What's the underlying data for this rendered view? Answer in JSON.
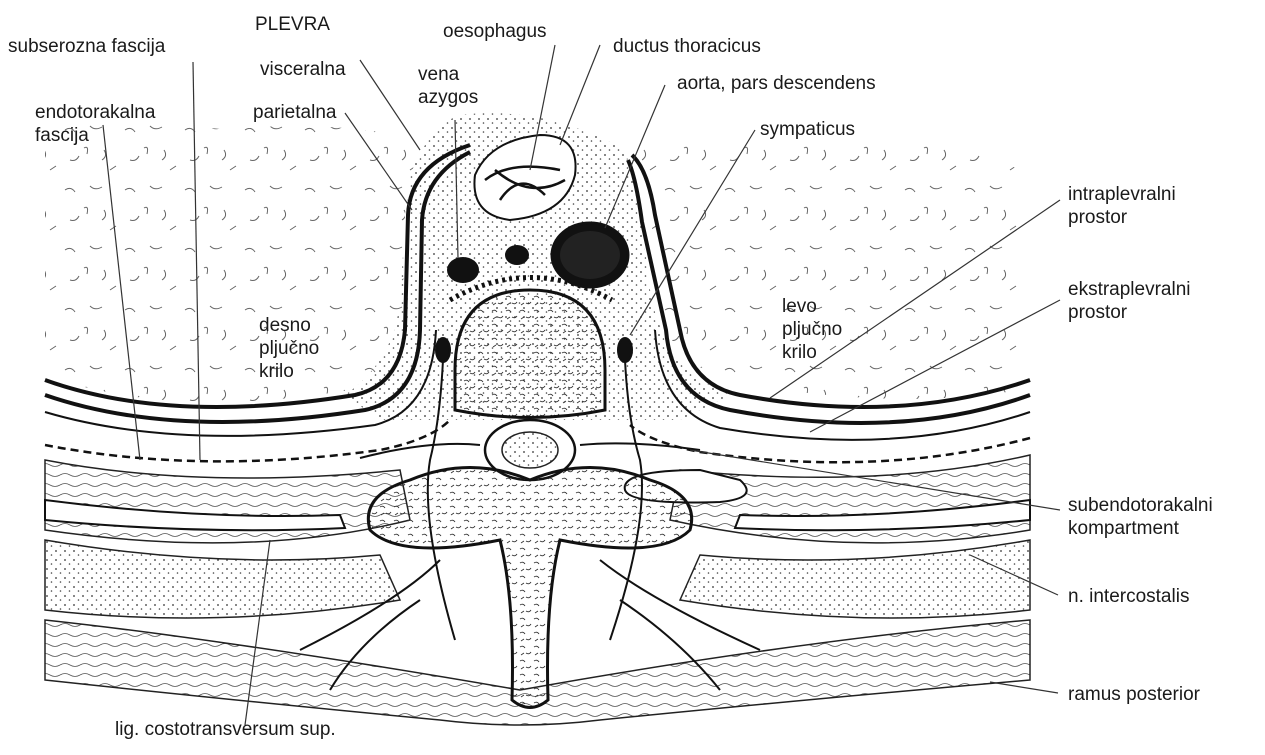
{
  "labels": {
    "subserozna_fascija": "subserozna fascija",
    "plevra": "PLEVRA",
    "oesophagus": "oesophagus",
    "ductus_thoracicus": "ductus thoracicus",
    "visceralna": "visceralna",
    "vena": "vena",
    "azygos": "azygos",
    "aorta": "aorta, pars descendens",
    "endotorakalna": "endotorakalna",
    "fascija": "fascija",
    "parietalna": "parietalna",
    "sympaticus": "sympaticus",
    "intraplevralni": "intraplevralni",
    "prostor1": "prostor",
    "ekstraplevralni": "ekstraplevralni",
    "prostor2": "prostor",
    "levo": "levo",
    "pljucno_l": "pljučno",
    "krilo_l": "krilo",
    "desno": "desno",
    "pljucno_d": "pljučno",
    "krilo_d": "krilo",
    "subendotorakalni": "subendotorakalni",
    "kompartment": "kompartment",
    "intercostalis": "n. intercostalis",
    "ramus": "ramus posterior",
    "lig": "lig. costotransversum sup."
  }
}
